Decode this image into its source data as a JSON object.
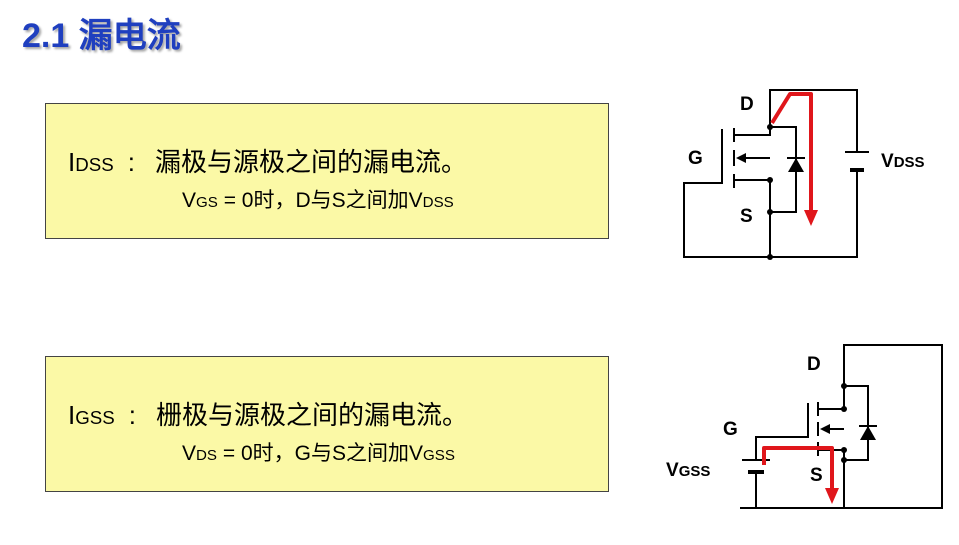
{
  "title": "2.1 漏电流",
  "idss_box": {
    "symbol": "I",
    "symbol_sub": "DSS",
    "colon": ":",
    "description": "漏极与源极之间的漏电流。",
    "cond_v": "V",
    "cond_v_sub": "GS",
    "cond_rest": " = 0时，D与S之间加V",
    "cond_end_sub": "DSS"
  },
  "igss_box": {
    "symbol": "I",
    "symbol_sub": "GSS",
    "colon": ":",
    "description": "栅极与源极之间的漏电流。",
    "cond_v": "V",
    "cond_v_sub": "DS",
    "cond_rest": " = 0时，G与S之间加V",
    "cond_end_sub": "GSS"
  },
  "circuit1": {
    "label_d": "D",
    "label_g": "G",
    "label_s": "S",
    "label_supply": "V",
    "label_supply_sub": "DSS"
  },
  "circuit2": {
    "label_d": "D",
    "label_g": "G",
    "label_s": "S",
    "label_supply": "V",
    "label_supply_sub": "GSS"
  },
  "colors": {
    "title": "#1f3fbf",
    "box_fill": "#fbf9a6",
    "current_arrow": "#e0161b",
    "wire": "#000000"
  }
}
